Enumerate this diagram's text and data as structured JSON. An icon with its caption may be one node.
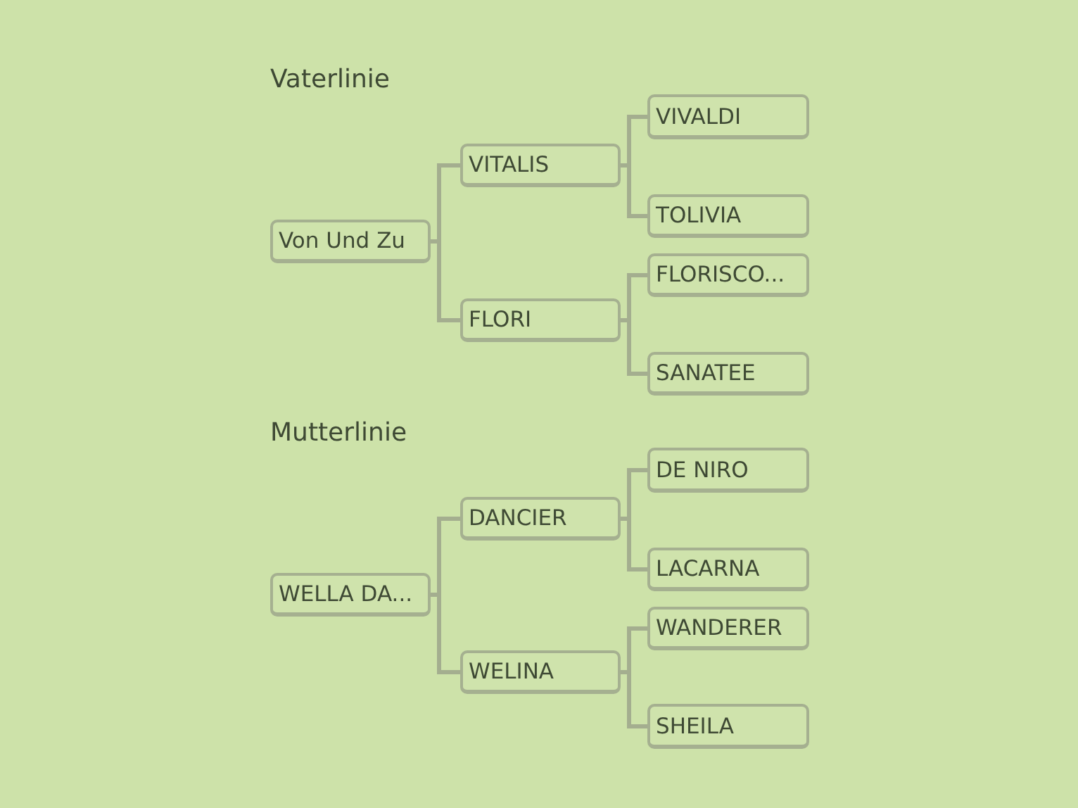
{
  "diagram": {
    "nodes": [
      {
        "text": [
          "Von Und Zu"
        ]
      },
      {
        "text": [
          "VITALIS"
        ]
      },
      {
        "text": [
          "VIVALDI"
        ]
      },
      {
        "text": [
          "TOLIVIA"
        ]
      },
      {
        "text": [
          "FLORI"
        ]
      },
      {
        "text": [
          "FLORISCO..."
        ]
      },
      {
        "text": [
          "SANATEE"
        ]
      },
      {
        "text": [
          "WELLA DA..."
        ]
      },
      {
        "text": [
          "DANCIER"
        ]
      },
      {
        "text": [
          "DE NIRO"
        ]
      },
      {
        "text": [
          "LACARNA"
        ]
      },
      {
        "text": [
          "WELINA"
        ]
      },
      {
        "text": [
          "WANDERER"
        ]
      },
      {
        "text": [
          "SHEILA"
        ]
      }
    ],
    "edges": [
      {
        "from": 0,
        "to": 1,
        "arrow": "none"
      },
      {
        "from": 0,
        "to": 4,
        "arrow": "none"
      },
      {
        "from": 1,
        "to": 2,
        "arrow": "none"
      },
      {
        "from": 1,
        "to": 3,
        "arrow": "none"
      },
      {
        "from": 4,
        "to": 5,
        "arrow": "none"
      },
      {
        "from": 4,
        "to": 6,
        "arrow": "none"
      },
      {
        "from": 7,
        "to": 8,
        "arrow": "none"
      },
      {
        "from": 7,
        "to": 11,
        "arrow": "none"
      },
      {
        "from": 8,
        "to": 9,
        "arrow": "none"
      },
      {
        "from": 8,
        "to": 10,
        "arrow": "none"
      },
      {
        "from": 11,
        "to": 12,
        "arrow": "none"
      },
      {
        "from": 11,
        "to": 13,
        "arrow": "none"
      }
    ],
    "labels": [
      "Vaterlinie",
      "Mutterlinie"
    ]
  }
}
